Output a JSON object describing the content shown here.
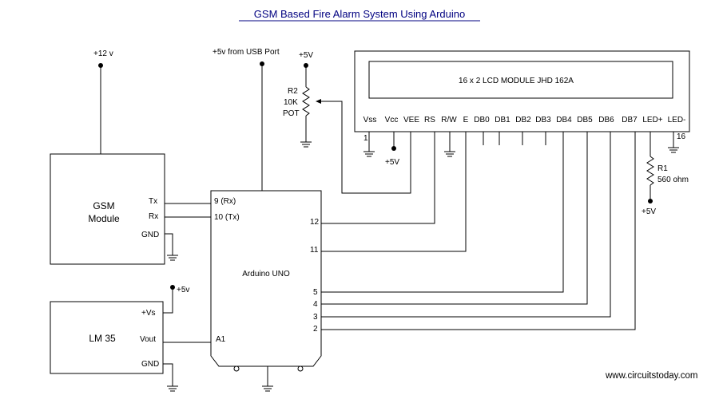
{
  "title": "GSM Based Fire Alarm System Using Arduino",
  "website": "www.circuitstoday.com",
  "supplies": {
    "gsm_supply": "+12 v",
    "usb_supply": "+5v from USB Port",
    "pot_supply": "+5V",
    "vcc_supply": "+5V",
    "led_supply": "+5V",
    "lm35_supply": "+5v"
  },
  "gsm": {
    "name_line1": "GSM",
    "name_line2": "Module",
    "tx": "Tx",
    "rx": "Rx",
    "gnd": "GND"
  },
  "lm35": {
    "name": "LM 35",
    "vs": "+Vs",
    "vout": "Vout",
    "gnd": "GND"
  },
  "arduino": {
    "name": "Arduino UNO",
    "pin_rx": "9 (Rx)",
    "pin_tx": "10 (Tx)",
    "pin_a1": "A1",
    "pin_12": "12",
    "pin_11": "11",
    "pin_5": "5",
    "pin_4": "4",
    "pin_3": "3",
    "pin_2": "2"
  },
  "lcd": {
    "name": "16 x 2 LCD MODULE  JHD   162A",
    "pins": [
      "Vss",
      "Vcc",
      "VEE",
      "RS",
      "R/W",
      "E",
      "DB0",
      "DB1",
      "DB2",
      "DB3",
      "DB4",
      "DB5",
      "DB6",
      "DB7",
      "LED+",
      "LED-"
    ],
    "pin1_num": "1",
    "pin16_num": "16"
  },
  "pot": {
    "ref": "R2",
    "value": "10K",
    "type": "POT"
  },
  "resistor": {
    "ref": "R1",
    "value": "560 ohm"
  }
}
